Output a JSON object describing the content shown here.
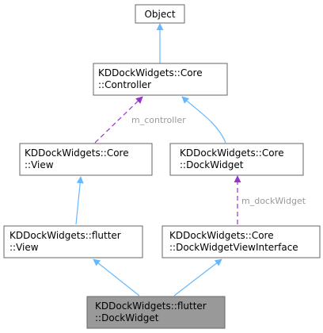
{
  "nodes": {
    "object": {
      "lines": [
        "Object"
      ]
    },
    "controller": {
      "lines": [
        "KDDockWidgets::Core",
        "::Controller"
      ]
    },
    "core_view": {
      "lines": [
        "KDDockWidgets::Core",
        "::View"
      ]
    },
    "core_dockwidget": {
      "lines": [
        "KDDockWidgets::Core",
        "::DockWidget"
      ]
    },
    "flutter_view": {
      "lines": [
        "KDDockWidgets::flutter",
        "::View"
      ]
    },
    "dockwidget_view_interface": {
      "lines": [
        "KDDockWidgets::Core",
        "::DockWidgetViewInterface"
      ]
    },
    "flutter_dockwidget": {
      "lines": [
        "KDDockWidgets::flutter",
        "::DockWidget"
      ]
    }
  },
  "edge_labels": {
    "m_controller": "m_controller",
    "m_dockWidget": "m_dockWidget"
  },
  "colors": {
    "inheritance": "#63b8ff",
    "member": "#9a32cd",
    "highlight_fill": "#999999"
  }
}
